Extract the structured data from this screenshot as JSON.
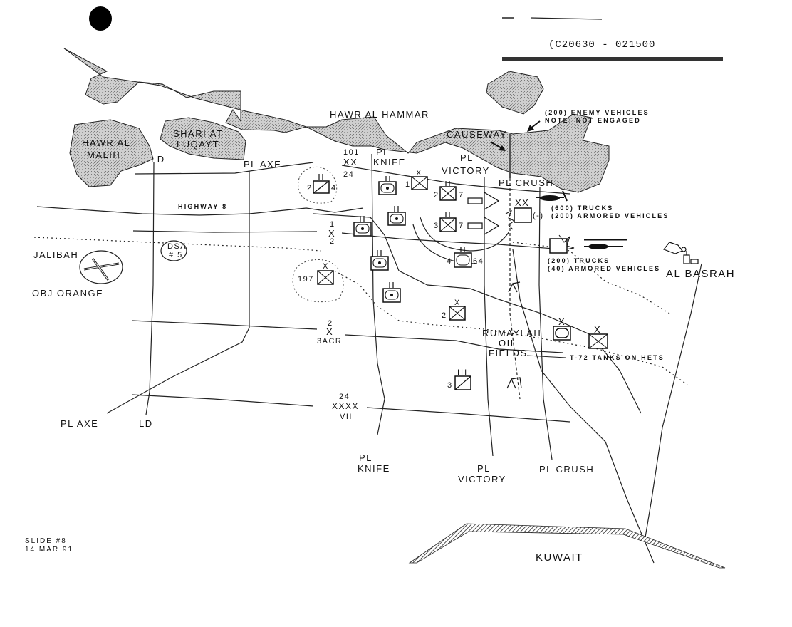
{
  "header": {
    "time_range": "(C20630 - 021500"
  },
  "water_bodies": [
    {
      "id": "hawr-al-hammar",
      "label": "HAWR AL HAMMAR"
    },
    {
      "id": "hawr-al-malih",
      "label_line1": "HAWR AL",
      "label_line2": "MALIH"
    },
    {
      "id": "shari-at-luqayt",
      "label_line1": "SHARI AT",
      "label_line2": "LUQAYT"
    }
  ],
  "features": {
    "causeway": "CAUSEWAY",
    "highway": "HIGHWAY 8",
    "dsa_line1": "DSA",
    "dsa_line2": "# 5",
    "jalibah": "JALIBAH",
    "obj_orange": "OBJ ORANGE",
    "rumaylah_line1": "RUMAYLAH",
    "rumaylah_line2": "OIL",
    "rumaylah_line3": "FIELDS",
    "al_basrah": "AL BASRAH",
    "kuwait": "KUWAIT"
  },
  "phase_lines": {
    "ld_top": "LD",
    "ld_bottom": "LD",
    "axe_top": "PL AXE",
    "axe_bottom": "PL AXE",
    "knife_top_1": "PL",
    "knife_top_2": "KNIFE",
    "knife_bottom_1": "PL",
    "knife_bottom_2": "KNIFE",
    "victory_top_1": "PL",
    "victory_top_2": "VICTORY",
    "victory_bottom_1": "PL",
    "victory_bottom_2": "VICTORY",
    "crush_top": "PL CRUSH",
    "crush_bottom": "PL CRUSH"
  },
  "boundaries": {
    "div101_1": "101",
    "div101_2": "XX",
    "div101_3": "24",
    "bde1_1": "1",
    "bde1_2": "X",
    "bde1_3": "2",
    "acr_1": "2",
    "acr_2": "X",
    "acr_3": "3ACR",
    "corps_1": "24",
    "corps_2": "XXXX",
    "corps_3": "VII"
  },
  "units": {
    "u2_4_left": "2",
    "u2_4_right": "4",
    "u2_4_echelon": "II",
    "u1_bde": "1",
    "u1_bde_echelon": "X",
    "u2_7_left": "2",
    "u2_7_right": "7",
    "u2_7_echelon": "II",
    "u3_7_left": "3",
    "u3_7_right": "7",
    "u3_7_echelon": "II",
    "u4_64_left": "4",
    "u4_64_right": "64",
    "u4_64_echelon": "II",
    "u197": "197",
    "u197_echelon": "X",
    "u2_bde": "2",
    "u2_bde_echelon": "X",
    "u3_regt": "3",
    "u3_regt_echelon": "III",
    "enemy_div_echelon": "XX",
    "enemy_div_suffix": "(-)",
    "enemy_bde1_echelon": "X",
    "enemy_bde2_echelon": "X",
    "avn_echelon": "II"
  },
  "annotations": {
    "enemy_vehicles_1": "(200) ENEMY VEHICLES",
    "enemy_vehicles_2": "NOTE: NOT ENGAGED",
    "north_trucks": "(600) TRUCKS",
    "north_armored": "(200) ARMORED VEHICLES",
    "south_trucks": "(200) TRUCKS",
    "south_armored": "(40) ARMORED VEHICLES",
    "t72": "T-72 TANKS ON HETS"
  },
  "footer": {
    "slide": "SLIDE #8",
    "date": "14 MAR 91"
  },
  "colors": {
    "ink": "#111111",
    "water_fill": "#bdbdbd",
    "paper": "#ffffff"
  }
}
